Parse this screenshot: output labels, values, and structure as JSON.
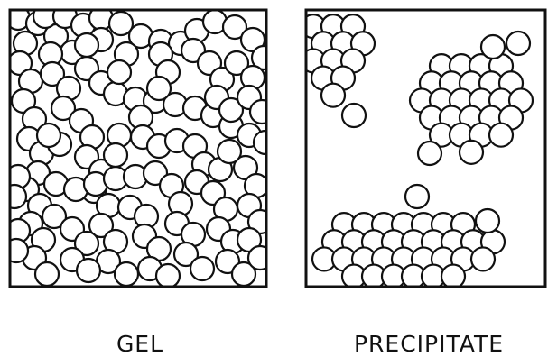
{
  "panels": [
    {
      "id": "gel",
      "caption": "GEL"
    },
    {
      "id": "precipitate",
      "caption": "PRECIPITATE"
    }
  ],
  "colors": {
    "ink": "#111111",
    "background": "#ffffff",
    "particle_fill": "#ffffff"
  }
}
